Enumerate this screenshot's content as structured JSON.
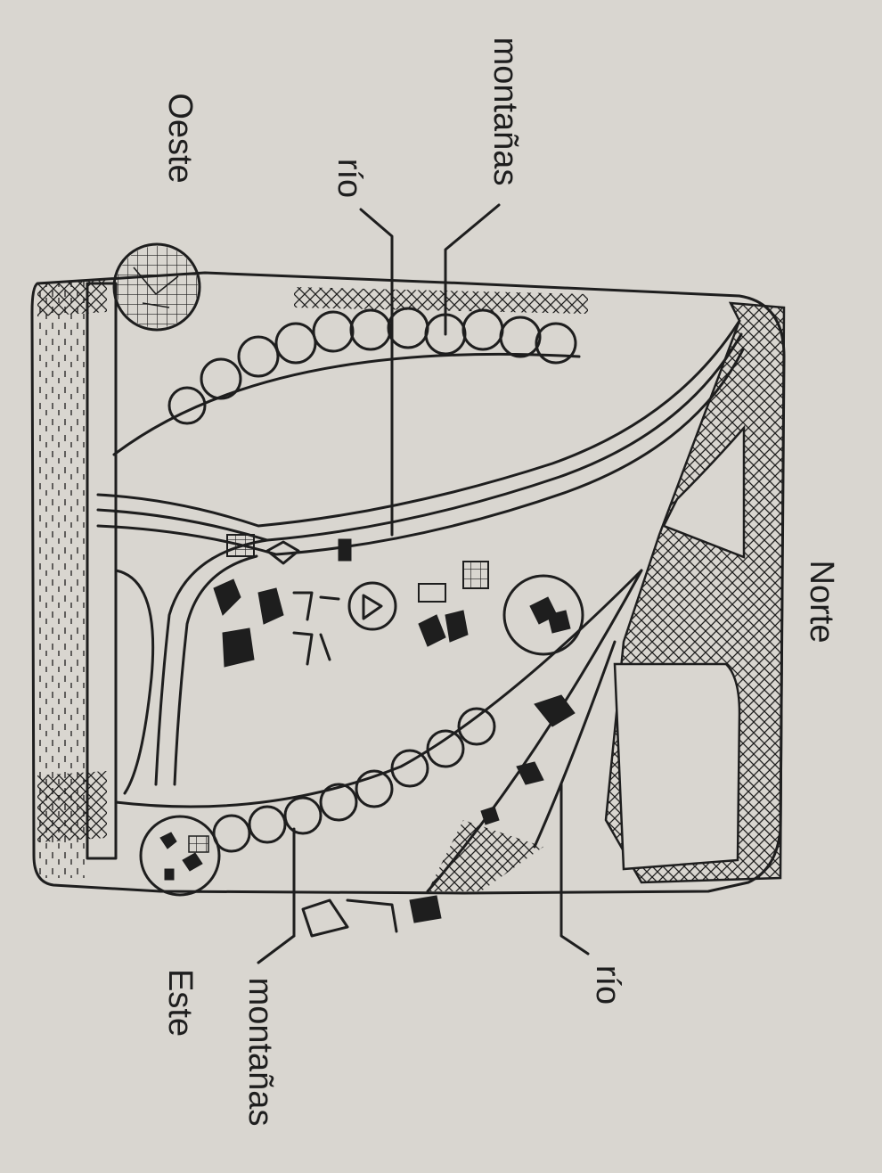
{
  "map": {
    "orientation_note": "rotated 90° clockwise",
    "paper_color": "#d9d6d0",
    "ink_color": "#1e1e1e",
    "labels": {
      "north": "Norte",
      "west": "Oeste",
      "east": "Este",
      "mountains_top": "montañas",
      "river_top": "río",
      "mountains_bottom": "montañas",
      "river_bottom": "río"
    }
  }
}
